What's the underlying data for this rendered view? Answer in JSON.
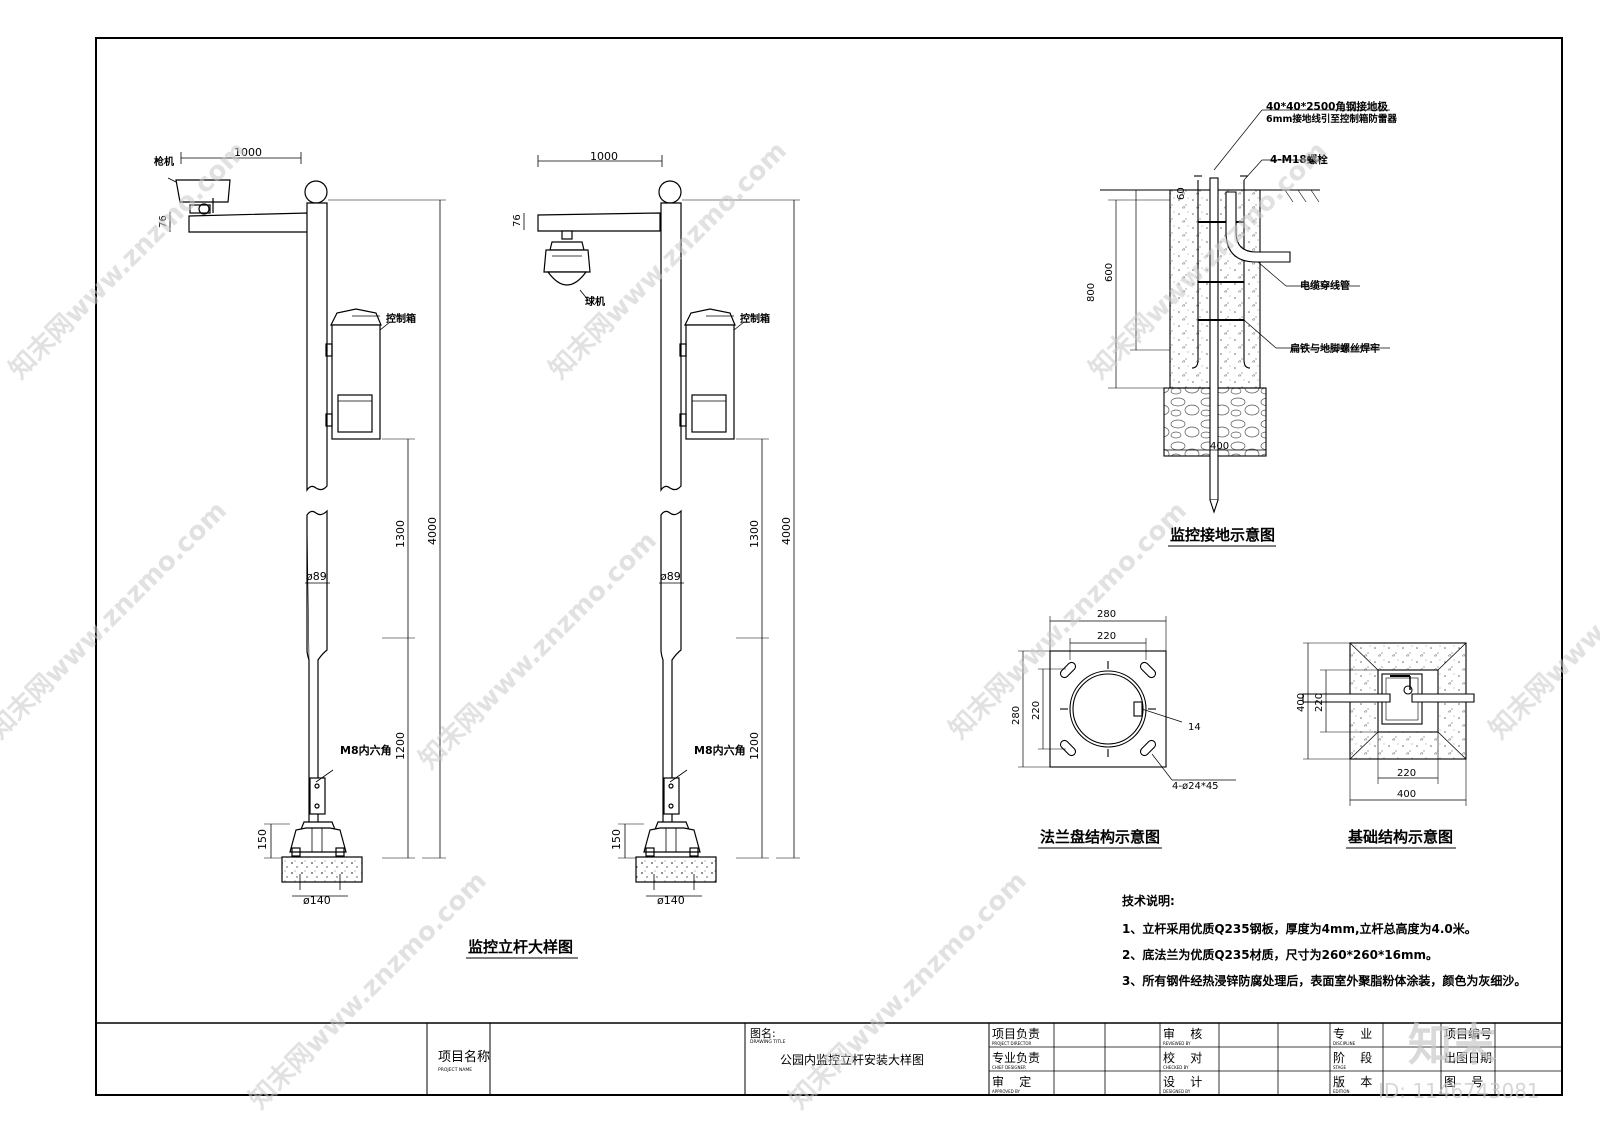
{
  "pole_left": {
    "arm_length": "1000",
    "arm_offset": "76",
    "camera_label": "枪机",
    "cabinet_label": "控制箱",
    "dim_upper": "1300",
    "dim_lower": "1200",
    "dim_total": "4000",
    "dim_base": "150",
    "pipe_dia": "ø89",
    "base_dia": "ø140",
    "bolt_label": "M8内六角"
  },
  "pole_right": {
    "arm_length": "1000",
    "arm_offset": "76",
    "camera_label": "球机",
    "cabinet_label": "控制箱",
    "dim_upper": "1300",
    "dim_lower": "1200",
    "dim_total": "4000",
    "dim_base": "150",
    "pipe_dia": "ø89",
    "base_dia": "ø140",
    "bolt_label": "M8内六角"
  },
  "pole_title": "监控立杆大样图",
  "grounding": {
    "note_line1": "40*40*2500角钢接地极",
    "note_line2": "6mm接地线引至控制箱防雷器",
    "bolts": "4-M18螺栓",
    "dim_60": "60",
    "dim_600": "600",
    "dim_800": "800",
    "dim_400": "400",
    "conduit": "电缆穿线管",
    "flat_iron": "扁铁与地脚螺丝焊牢",
    "title": "监控接地示意图"
  },
  "flange": {
    "dim_280_top": "280",
    "dim_220_top": "220",
    "dim_280_left": "280",
    "dim_220_left": "220",
    "thickness": "14",
    "holes": "4-ø24*45",
    "title": "法兰盘结构示意图"
  },
  "foundation": {
    "dim_400_left": "400",
    "dim_220_left": "220",
    "dim_220_bottom": "220",
    "dim_400_bottom": "400",
    "title": "基础结构示意图"
  },
  "tech_notes": {
    "heading": "技术说明:",
    "items": [
      "1、立杆采用优质Q235钢板，厚度为4mm,立杆总高度为4.0米。",
      "2、底法兰为优质Q235材质，尺寸为260*260*16mm。",
      "3、所有钢件经热浸锌防腐处理后，表面室外聚脂粉体涂装，颜色为灰细沙。"
    ]
  },
  "title_block": {
    "project_name": "项目名称",
    "project_name_en": "PROJECT NAME",
    "drawing_title_label": "图名:",
    "drawing_title_en": "DRAWING TITLE",
    "drawing_title": "公园内监控立杆安装大样图",
    "project_director": "项目负责",
    "project_director_en": "PROJECT DIRECTOR",
    "chief_designer": "专业负责",
    "chief_designer_en": "CHIEF DESIGNER",
    "approved": "审    定",
    "approved_en": "APPROVED BY",
    "reviewed": "审    核",
    "reviewed_en": "REVIEWED BY",
    "checked": "校    对",
    "checked_en": "CHECKED BY",
    "designed": "设    计",
    "designed_en": "DESIGNED BY",
    "discipline": "专    业",
    "discipline_en": "DISCIPLINE",
    "stage": "阶    段",
    "stage_en": "STAGE",
    "edition": "版    本",
    "edition_en": "EDITION",
    "project_no": "项目编号",
    "date": "出图日期",
    "drawing_no": "图    号"
  },
  "watermark": {
    "text": "知末网www.znzmo.com",
    "brand": "知末",
    "id": "ID: 1146743081"
  }
}
